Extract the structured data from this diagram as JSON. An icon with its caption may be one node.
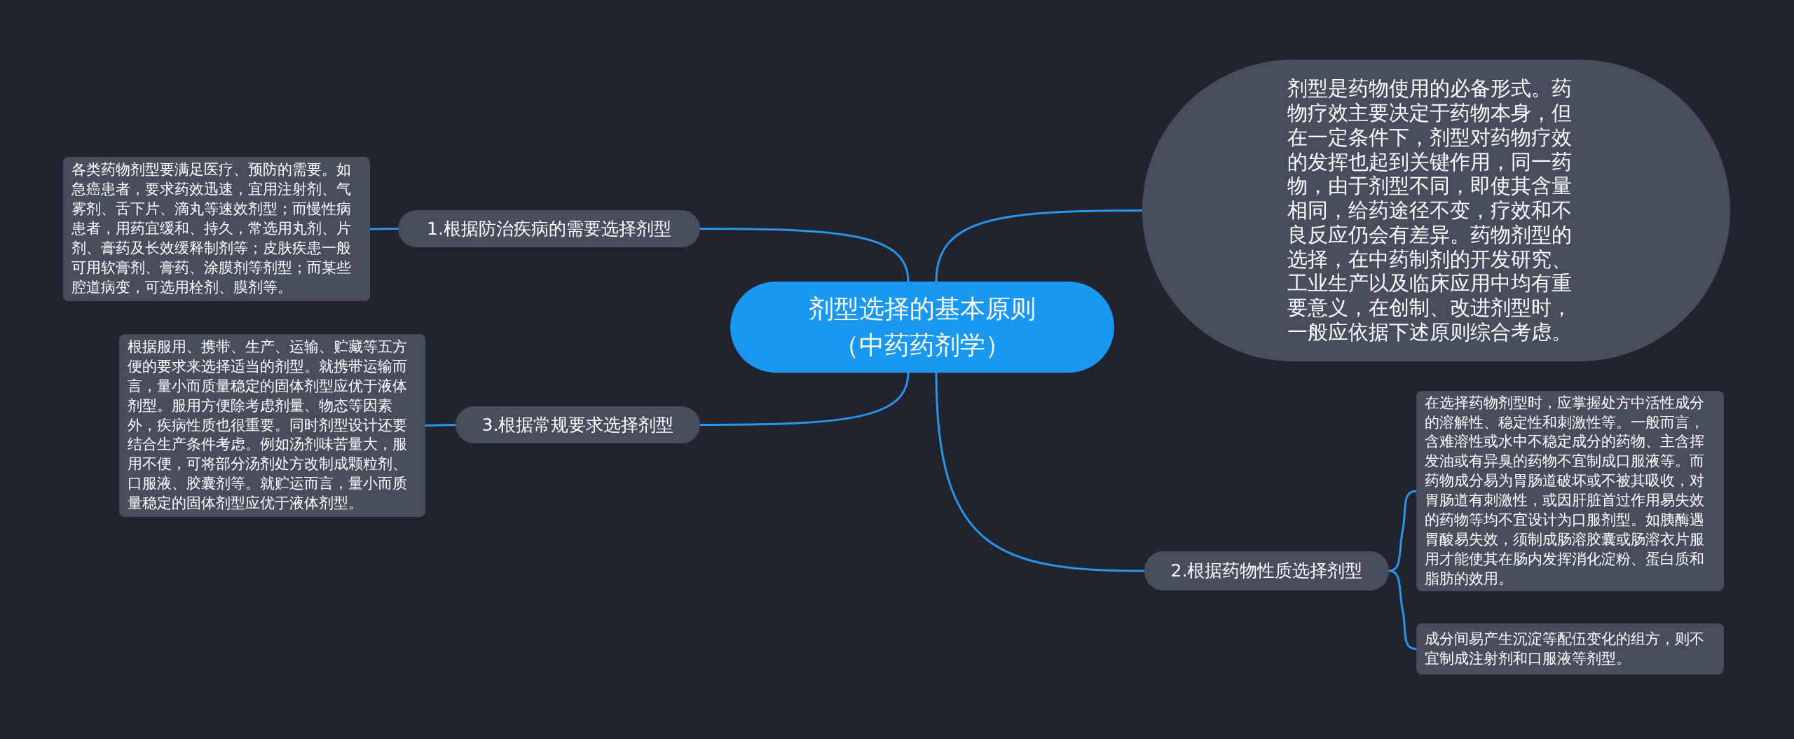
{
  "diagram": {
    "nodes": [
      {
        "text": [
          "剂型选择的基本原则（中药药剂学）"
        ]
      },
      {
        "text": [
          "剂型是药物使用的必备形式。药物疗效主要决定于药物本身，但在一定条件下，剂型对药物疗效的发挥也起到关键作用，同一药物，由于剂型不同，即使其含量相同，给药途径不变，疗效和不良反应仍会有差异。药物剂型的选择，在中药制剂的开发研究、工业生产以及临床应用中均有重要意义，在创制、改进剂型时，一般应依据下述原则综合考虑。"
        ]
      },
      {
        "text": [
          "1.根据防治疾病的需要选择剂型"
        ]
      },
      {
        "text": [
          "各类药物剂型要满足医疗、预防的需要。如急癌患者，要求药效迅速，宜用注射剂、气雾剂、舌下片、滴丸等速效剂型；而慢性病患者，用药宜缓和、持久，常选用丸剂、片剂、膏药及长效缓释制剂等；皮肤疾患一般可用软膏剂、膏药、涂膜剂等剂型；而某些腔道病变，可选用栓剂、膜剂等。"
        ]
      },
      {
        "text": [
          "2.根据药物性质选择剂型"
        ]
      },
      {
        "text": [
          "在选择药物剂型时，应掌握处方中活性成分的溶解性、稳定性和刺激性等。一般而言，含难溶性或水中不稳定成分的药物、主含挥发油或有异臭的药物不宜制成口服液等。而药物成分易为胃肠道破坏或不被其吸收，对胃肠道有刺激性，或因肝脏首过作用易失效的药物等均不宜设计为口服剂型。如胰酶遇胃酸易失效，须制成肠溶胶囊或肠溶衣片服用才能使其在肠内发挥消化淀粉、蛋白质和脂肪的效用。"
        ]
      },
      {
        "text": [
          "成分间易产生沉淀等配伍变化的组方，则不宜制成注射剂和口服液等剂型。"
        ]
      },
      {
        "text": [
          "3.根据常规要求选择剂型"
        ]
      },
      {
        "text": [
          "根据服用、携带、生产、运输、贮藏等五方便的要求来选择适当的剂型。就携带运输而言，量小而质量稳定的固体剂型应优于液体剂型。服用方便除考虑剂量、物态等因素外，疾病性质也很重要。同时剂型设计还要结合生产条件考虑。例如汤剂味苦量大，服用不便，可将部分汤剂处方改制成颗粒剂、口服液、胶囊剂等。就贮运而言，量小而质量稳定的固体剂型应优于液体剂型。"
        ]
      }
    ],
    "edges": [
      {
        "from": 0,
        "to": 1,
        "arrow": "none"
      },
      {
        "from": 0,
        "to": 2,
        "arrow": "none"
      },
      {
        "from": 2,
        "to": 3,
        "arrow": "none"
      },
      {
        "from": 0,
        "to": 4,
        "arrow": "none"
      },
      {
        "from": 4,
        "to": 5,
        "arrow": "none"
      },
      {
        "from": 4,
        "to": 6,
        "arrow": "none"
      },
      {
        "from": 0,
        "to": 7,
        "arrow": "none"
      },
      {
        "from": 7,
        "to": 8,
        "arrow": "none"
      }
    ]
  }
}
